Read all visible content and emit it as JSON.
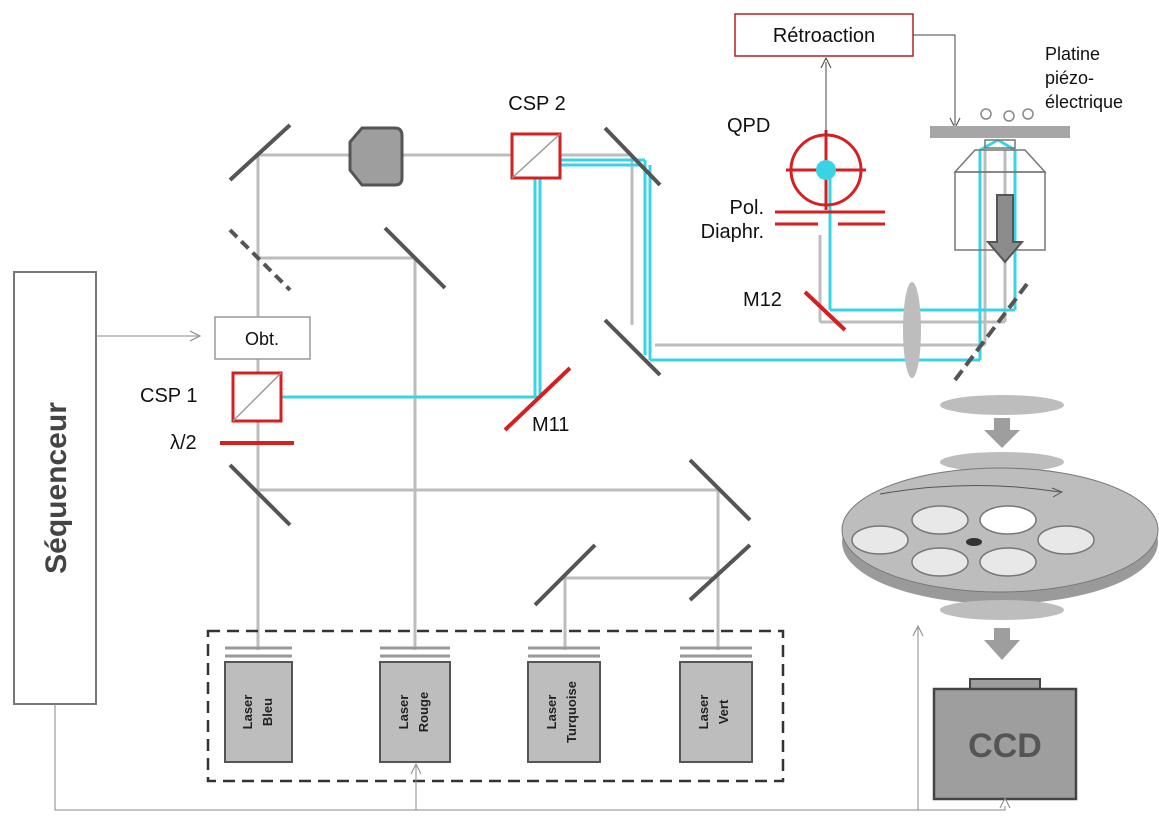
{
  "labels": {
    "sequenceur": "Séquenceur",
    "retroaction": "Rétroaction",
    "platine": [
      "Platine",
      "piézo-",
      "électrique"
    ],
    "qpd": "QPD",
    "csp2": "CSP 2",
    "csp1": "CSP 1",
    "obt": "Obt.",
    "lambda": "λ/2",
    "m11": "M11",
    "m12": "M12",
    "pol_diaphr": [
      "Pol.",
      "Diaphr."
    ],
    "ccd": "CCD"
  },
  "lasers": [
    {
      "line1": "Laser",
      "line2": "Bleu"
    },
    {
      "line1": "Laser",
      "line2": "Rouge"
    },
    {
      "line1": "Laser",
      "line2": "Turquoise"
    },
    {
      "line1": "Laser",
      "line2": "Vert"
    }
  ],
  "colors": {
    "beam_gray": "#bdbdbd",
    "beam_cyan": "#39d3e6",
    "accent_red": "#d42020",
    "optic_gray": "#9e9e9e",
    "dark_gray": "#555555"
  }
}
